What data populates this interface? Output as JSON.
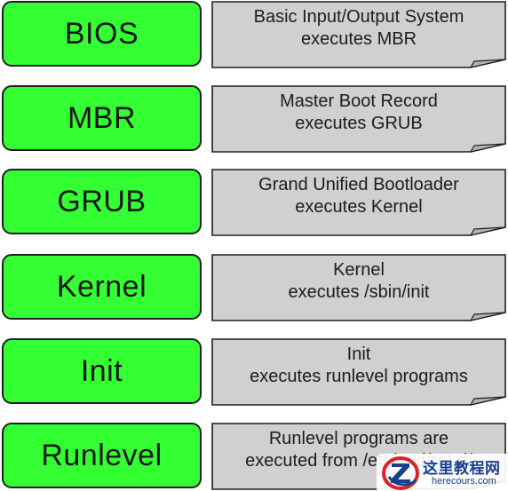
{
  "stages": [
    {
      "name": "BIOS",
      "note": [
        "Basic Input/Output System",
        "executes MBR"
      ]
    },
    {
      "name": "MBR",
      "note": [
        "Master Boot Record",
        "executes GRUB"
      ]
    },
    {
      "name": "GRUB",
      "note": [
        "Grand Unified Bootloader",
        "executes Kernel"
      ]
    },
    {
      "name": "Kernel",
      "note": [
        "Kernel",
        "executes /sbin/init"
      ]
    },
    {
      "name": "Init",
      "note": [
        "Init",
        "executes runlevel programs"
      ]
    },
    {
      "name": "Runlevel",
      "note": [
        "Runlevel programs are",
        "executed from /etc/rc.d/rc*.d/"
      ]
    }
  ],
  "colors": {
    "stage_fill": "#33ff33",
    "note_fill": "#d0d0d0",
    "outline": "#1f1f1f"
  },
  "watermark": {
    "cn": "这里教程网",
    "en": "herecours.com",
    "logo_icon": "z-logo-icon"
  }
}
